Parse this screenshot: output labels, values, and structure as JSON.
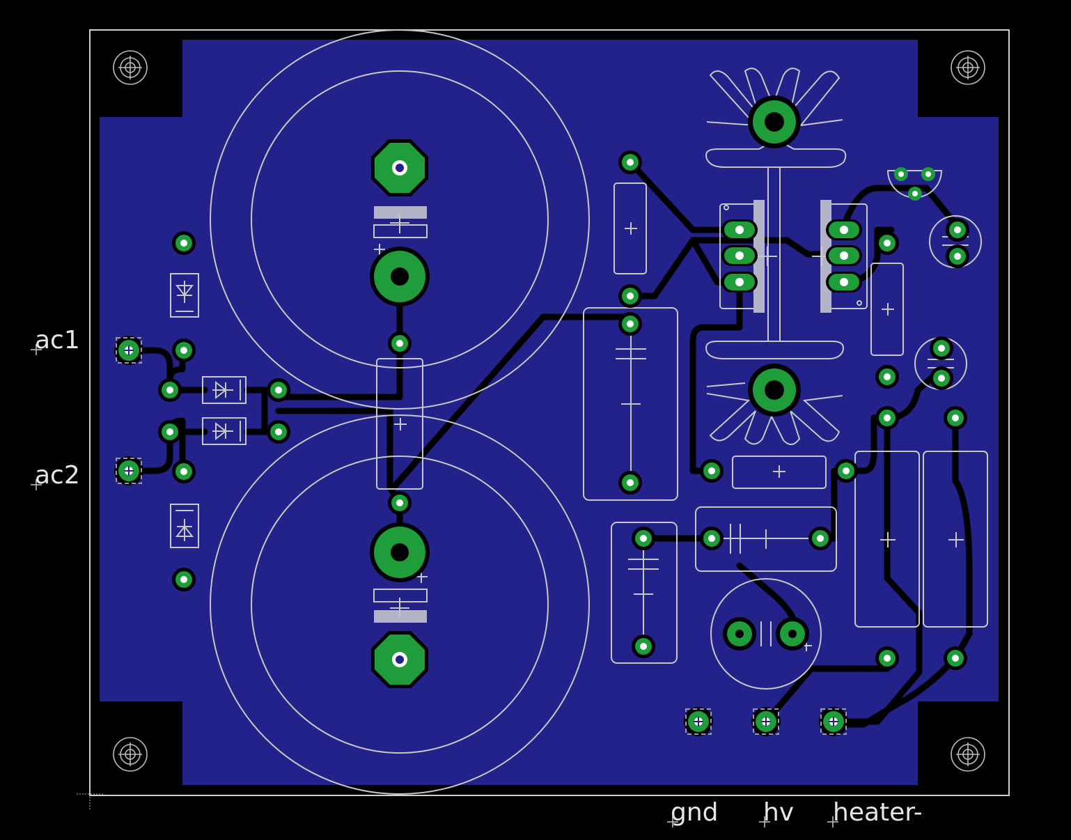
{
  "board": {
    "colors": {
      "background": "#000000",
      "copper_pour": "#22228a",
      "pad": "#1f9d3a",
      "silkscreen": "#c8c8c8",
      "trace": "#000000"
    }
  },
  "labels": {
    "ac1": "ac1",
    "ac2": "ac2",
    "gnd": "gnd",
    "hv": "hv",
    "heater": "heater-"
  }
}
